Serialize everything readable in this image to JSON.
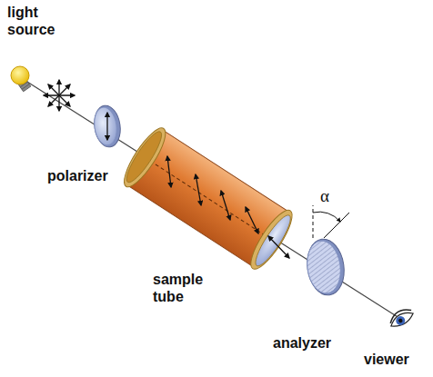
{
  "diagram": {
    "labels": [
      "light source",
      "polarizer",
      "sample tube",
      "analyzer",
      "viewer",
      "α"
    ]
  }
}
